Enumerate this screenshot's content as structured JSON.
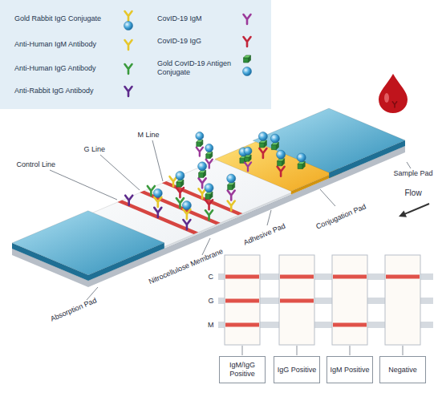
{
  "diagram": {
    "nodes": [
      {
        "text": [
          "IgM/IgG Positive"
        ]
      },
      {
        "text": [
          "IgG Positive"
        ]
      },
      {
        "text": [
          "IgM Positive"
        ]
      },
      {
        "text": [
          "Negative"
        ]
      }
    ],
    "labels": [
      "Sample Pad",
      "Conjugation Pad",
      "Flow",
      "Adhesive Pad",
      "Nitrocellulose Membrane",
      "Absorption Pad",
      "M Line",
      "G Line",
      "Control Line",
      "C",
      "G",
      "M"
    ],
    "legend": [
      {
        "text": "Gold Rabbit IgG Conjugate"
      },
      {
        "text": "Anti-Human IgM Antibody"
      },
      {
        "text": "Anti-Human IgG Antibody"
      },
      {
        "text": "Anti-Rabbit IgG Antibody"
      },
      {
        "text": "CovID-19 IgM"
      },
      {
        "text": "CovID-19 IgG"
      },
      {
        "text": "Gold CovID-19 Antigen Conjugate"
      }
    ]
  }
}
